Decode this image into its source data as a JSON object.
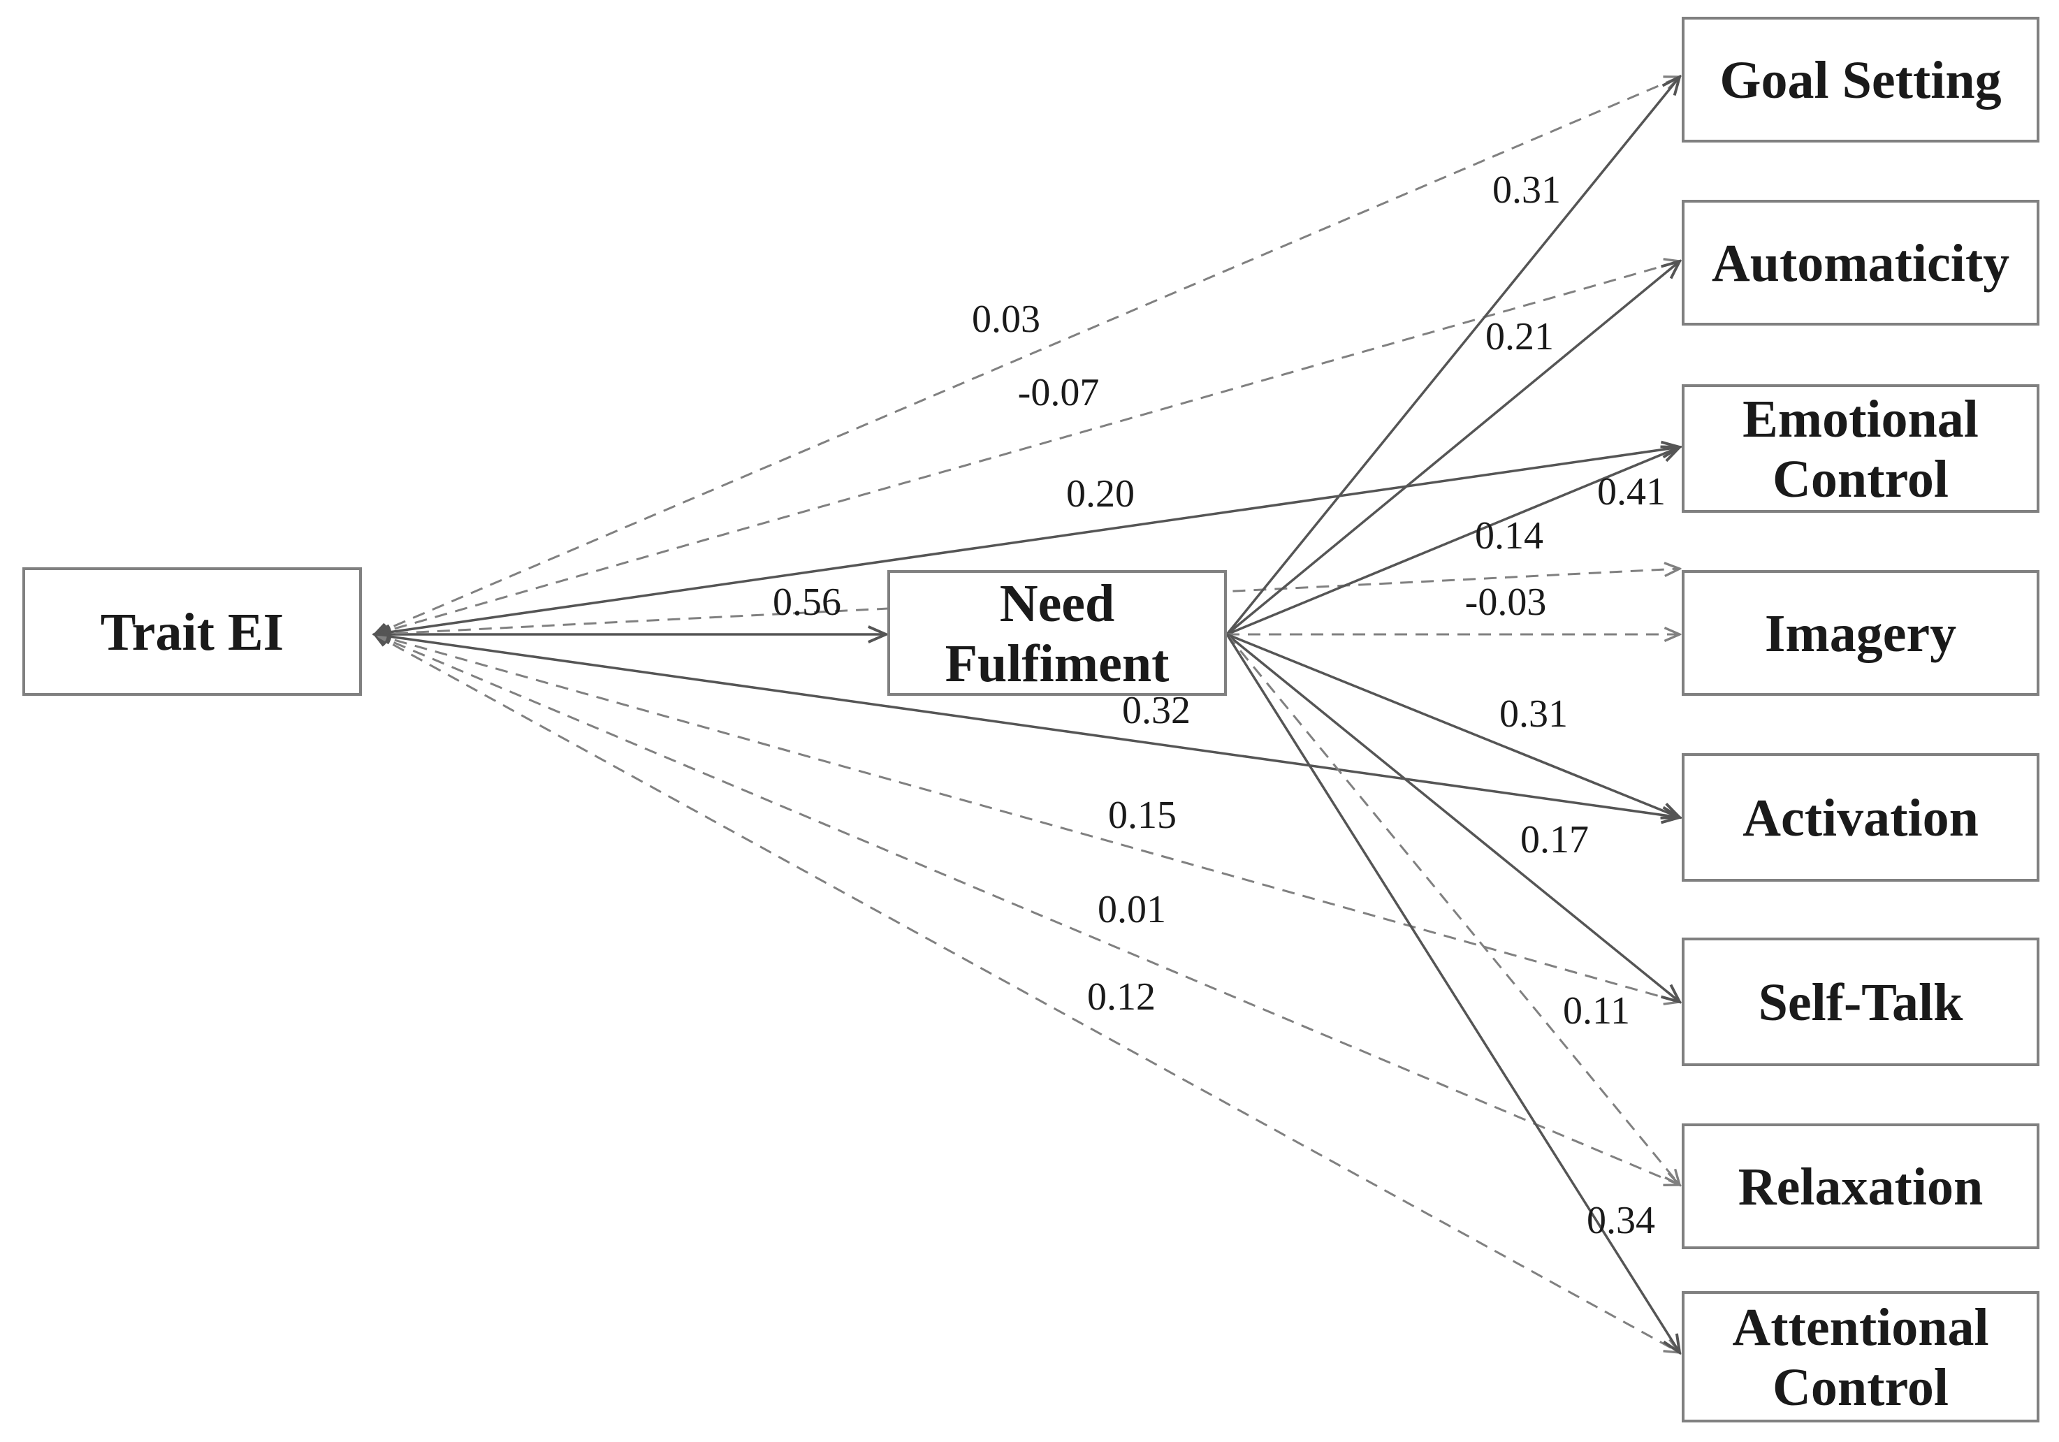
{
  "nodes": {
    "trait_ei": {
      "lines": [
        "Trait EI"
      ]
    },
    "need_fulfilment": {
      "lines": [
        "Need",
        "Fulfiment"
      ]
    },
    "goal_setting": {
      "lines": [
        "Goal Setting"
      ]
    },
    "automaticity": {
      "lines": [
        "Automaticity"
      ]
    },
    "emotional_control": {
      "lines": [
        "Emotional",
        "Control"
      ]
    },
    "imagery": {
      "lines": [
        "Imagery"
      ]
    },
    "activation": {
      "lines": [
        "Activation"
      ]
    },
    "self_talk": {
      "lines": [
        "Self-Talk"
      ]
    },
    "relaxation": {
      "lines": [
        "Relaxation"
      ]
    },
    "attentional_control": {
      "lines": [
        "Attentional",
        "Control"
      ]
    }
  },
  "paths": [
    {
      "id": "ei-nf",
      "from": "trait_ei",
      "to": "need_fulfilment",
      "coefficient": "0.56",
      "significant": true
    },
    {
      "id": "ei-gs",
      "from": "trait_ei",
      "to": "goal_setting",
      "coefficient": "0.03",
      "significant": false
    },
    {
      "id": "ei-au",
      "from": "trait_ei",
      "to": "automaticity",
      "coefficient": "-0.07",
      "significant": false
    },
    {
      "id": "ei-ec",
      "from": "trait_ei",
      "to": "emotional_control",
      "coefficient": "0.20",
      "significant": true
    },
    {
      "id": "ei-im",
      "from": "trait_ei",
      "to": "imagery",
      "coefficient": "",
      "significant": false
    },
    {
      "id": "ei-ac",
      "from": "trait_ei",
      "to": "activation",
      "coefficient": "0.32",
      "significant": true
    },
    {
      "id": "ei-st",
      "from": "trait_ei",
      "to": "self_talk",
      "coefficient": "0.15",
      "significant": false
    },
    {
      "id": "ei-rx",
      "from": "trait_ei",
      "to": "relaxation",
      "coefficient": "0.01",
      "significant": false
    },
    {
      "id": "ei-at",
      "from": "trait_ei",
      "to": "attentional_control",
      "coefficient": "0.12",
      "significant": false
    },
    {
      "id": "nf-gs",
      "from": "need_fulfilment",
      "to": "goal_setting",
      "coefficient": "0.31",
      "significant": true
    },
    {
      "id": "nf-au",
      "from": "need_fulfilment",
      "to": "automaticity",
      "coefficient": "0.21",
      "significant": true
    },
    {
      "id": "nf-ec",
      "from": "need_fulfilment",
      "to": "emotional_control",
      "coefficient": "0.41",
      "significant": true
    },
    {
      "id": "nf-im",
      "from": "need_fulfilment",
      "to": "imagery",
      "coefficient": "-0.03",
      "significant": false
    },
    {
      "id": "nf-ac",
      "from": "need_fulfilment",
      "to": "activation",
      "coefficient": "0.31",
      "significant": true
    },
    {
      "id": "nf-st",
      "from": "need_fulfilment",
      "to": "self_talk",
      "coefficient": "0.17",
      "significant": true
    },
    {
      "id": "nf-rx",
      "from": "need_fulfilment",
      "to": "relaxation",
      "coefficient": "0.11",
      "significant": false
    },
    {
      "id": "nf-at",
      "from": "need_fulfilment",
      "to": "attentional_control",
      "coefficient": "0.34",
      "significant": true
    },
    {
      "id": "im-lbl",
      "from": "need_fulfilment",
      "to": "imagery",
      "coefficient": "0.14",
      "significant": false,
      "label_only": true
    }
  ],
  "colors": {
    "solid_line": "#555555",
    "dashed_line": "#808080",
    "box_border": "#808080",
    "text": "#1a1a1a"
  }
}
